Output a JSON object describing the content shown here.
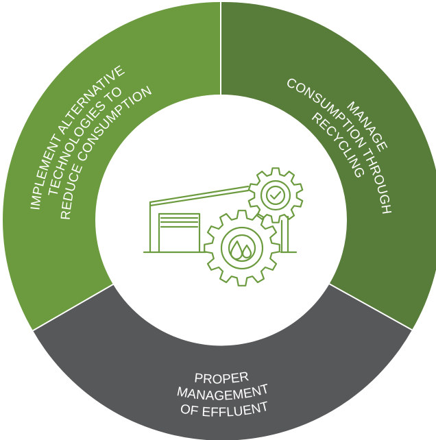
{
  "diagram": {
    "segments": [
      {
        "id": "implement",
        "lines": [
          "IMPLEMENT ALTERNATIVE",
          "TECHNOLOGIES TO",
          "REDUCE CONSUMPTION"
        ]
      },
      {
        "id": "manage",
        "lines": [
          "MANAGE",
          "CONSUMPTION THROUGH",
          "RECYCLING"
        ]
      },
      {
        "id": "proper",
        "lines": [
          "PROPER",
          "MANAGEMENT",
          "OF EFFLUENT"
        ]
      }
    ],
    "colors": {
      "implement": "#6b9b3e",
      "manage": "#587c3a",
      "proper": "#575859",
      "center": "#ffffff",
      "divider": "#ffffff",
      "icon": "#6b9b3e"
    },
    "center_icon": [
      "warehouse-icon",
      "checkmark-gear-icon",
      "water-drops-gear-icon"
    ]
  }
}
